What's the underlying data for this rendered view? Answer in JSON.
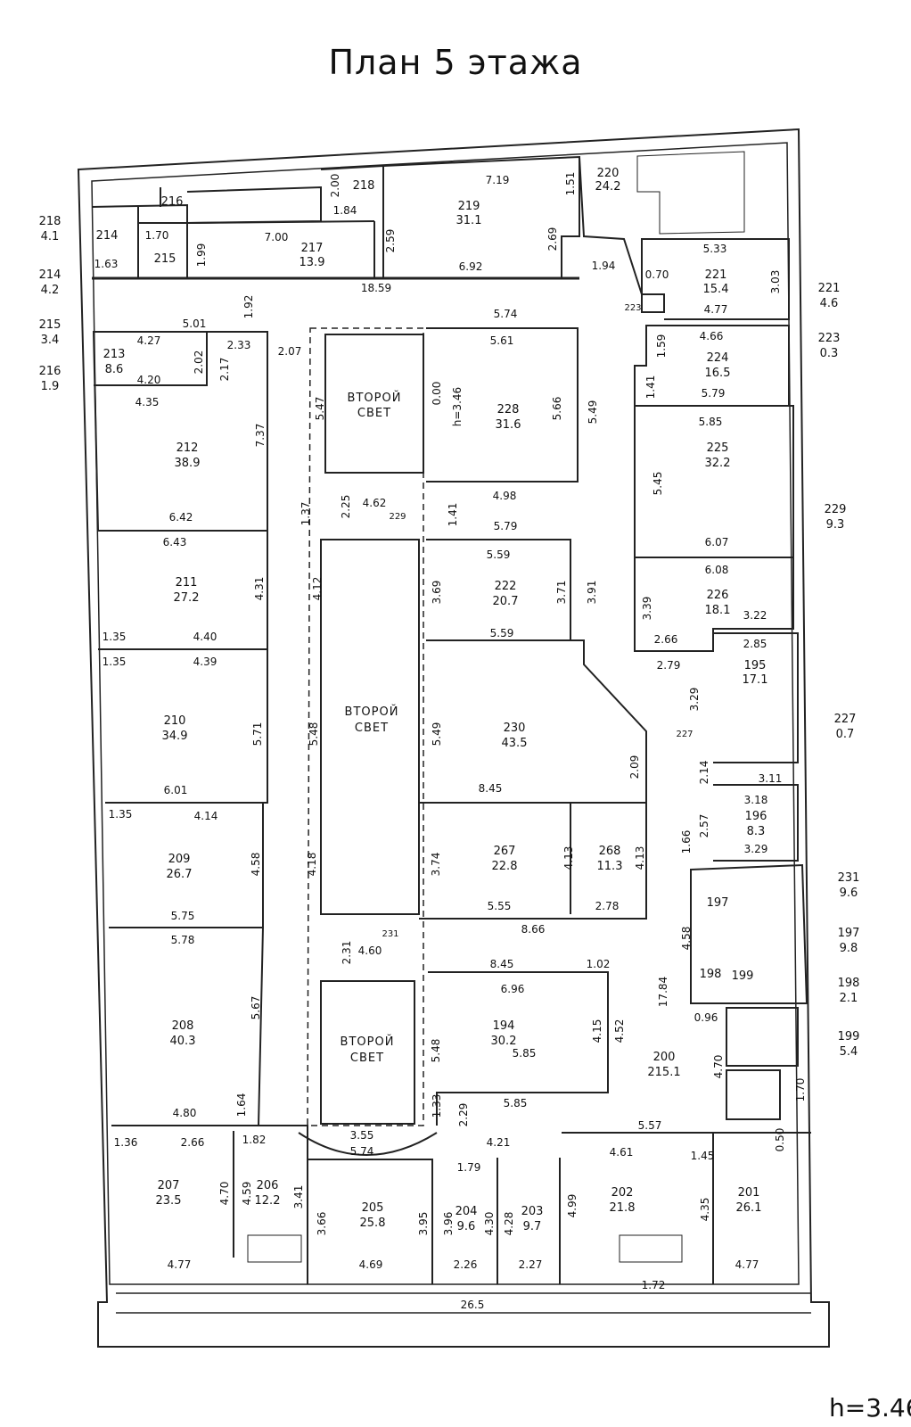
{
  "title": "План 5 этажа",
  "height_label": "h=3.46",
  "rooms": [
    {
      "id": "220",
      "area": "24.2"
    },
    {
      "id": "219",
      "area": "31.1"
    },
    {
      "id": "217",
      "area": "13.9"
    },
    {
      "id": "218",
      "area": ""
    },
    {
      "id": "216",
      "area": ""
    },
    {
      "id": "214",
      "area": ""
    },
    {
      "id": "215",
      "area": ""
    },
    {
      "id": "221",
      "area": "15.4"
    },
    {
      "id": "213",
      "area": "8.6"
    },
    {
      "id": "212",
      "area": "38.9"
    },
    {
      "id": "228",
      "area": "31.6"
    },
    {
      "id": "224",
      "area": "16.5"
    },
    {
      "id": "225",
      "area": "32.2"
    },
    {
      "id": "211",
      "area": "27.2"
    },
    {
      "id": "222",
      "area": "20.7"
    },
    {
      "id": "226",
      "area": "18.1"
    },
    {
      "id": "195",
      "area": "17.1"
    },
    {
      "id": "210",
      "area": "34.9"
    },
    {
      "id": "230",
      "area": "43.5"
    },
    {
      "id": "209",
      "area": "26.7"
    },
    {
      "id": "267",
      "area": "22.8"
    },
    {
      "id": "268",
      "area": "11.3"
    },
    {
      "id": "196",
      "area": "8.3"
    },
    {
      "id": "197",
      "area": ""
    },
    {
      "id": "208",
      "area": "40.3"
    },
    {
      "id": "194",
      "area": "30.2"
    },
    {
      "id": "200",
      "area": "215.1"
    },
    {
      "id": "198",
      "area": ""
    },
    {
      "id": "199",
      "area": ""
    },
    {
      "id": "207",
      "area": "23.5"
    },
    {
      "id": "206",
      "area": "12.2"
    },
    {
      "id": "205",
      "area": "25.8"
    },
    {
      "id": "204",
      "area": "9.6"
    },
    {
      "id": "203",
      "area": "9.7"
    },
    {
      "id": "202",
      "area": "21.8"
    },
    {
      "id": "201",
      "area": "26.1"
    },
    {
      "id": "229",
      "area": ""
    },
    {
      "id": "231",
      "area": ""
    },
    {
      "id": "227",
      "area": ""
    },
    {
      "id": "223",
      "area": ""
    }
  ],
  "light_wells": [
    "ВТОРОЙ",
    "СВЕТ"
  ],
  "margin_areas": [
    {
      "id": "218",
      "area": "4.1"
    },
    {
      "id": "214",
      "area": "4.2"
    },
    {
      "id": "215",
      "area": "3.4"
    },
    {
      "id": "216",
      "area": "1.9"
    },
    {
      "id": "221",
      "area": "4.6"
    },
    {
      "id": "223",
      "area": "0.3"
    },
    {
      "id": "229",
      "area": "9.3"
    },
    {
      "id": "227",
      "area": "0.7"
    },
    {
      "id": "231",
      "area": "9.6"
    },
    {
      "id": "197",
      "area": "9.8"
    },
    {
      "id": "198",
      "area": "2.1"
    },
    {
      "id": "199",
      "area": "5.4"
    }
  ],
  "dimensions": [
    "7.19",
    "1.51",
    "2.00",
    "1.84",
    "2.59",
    "2.69",
    "6.92",
    "7.00",
    "1.99",
    "1.70",
    "1.63",
    "18.59",
    "1.94",
    "5.33",
    "0.70",
    "3.03",
    "4.77",
    "5.01",
    "1.92",
    "4.27",
    "2.33",
    "2.02",
    "4.20",
    "2.17",
    "2.07",
    "5.74",
    "5.61",
    "5.47",
    "0.00",
    "h=3.46",
    "5.66",
    "5.49",
    "4.66",
    "1.59",
    "1.41",
    "5.79",
    "5.85",
    "4.35",
    "7.37",
    "6.42",
    "4.98",
    "2.25",
    "4.62",
    "1.37",
    "1.41",
    "5.79",
    "5.45",
    "6.07",
    "6.43",
    "4.31",
    "4.12",
    "5.59",
    "3.69",
    "3.71",
    "3.91",
    "6.08",
    "3.39",
    "3.22",
    "1.35",
    "4.40",
    "1.35",
    "4.39",
    "5.59",
    "2.66",
    "2.79",
    "2.85",
    "3.29",
    "5.71",
    "5.48",
    "5.49",
    "2.09",
    "8.45",
    "6.01",
    "2.14",
    "3.11",
    "1.35",
    "4.14",
    "3.18",
    "2.57",
    "1.66",
    "3.29",
    "4.58",
    "4.18",
    "3.74",
    "4.13",
    "4.13",
    "5.55",
    "2.78",
    "5.75",
    "8.66",
    "4.58",
    "5.78",
    "2.31",
    "4.60",
    "8.45",
    "1.02",
    "6.96",
    "4.15",
    "4.52",
    "17.84",
    "0.96",
    "5.67",
    "5.48",
    "5.85",
    "4.70",
    "1.70",
    "4.80",
    "1.64",
    "1.33",
    "2.29",
    "5.85",
    "5.57",
    "1.36",
    "2.66",
    "1.82",
    "3.55",
    "5.74",
    "4.21",
    "0.50",
    "1.79",
    "4.61",
    "1.45",
    "4.70",
    "4.59",
    "3.41",
    "3.66",
    "3.95",
    "3.96",
    "4.30",
    "4.28",
    "4.99",
    "4.35",
    "4.77",
    "4.69",
    "2.26",
    "2.27",
    "4.77",
    "1.72",
    "26.5"
  ]
}
